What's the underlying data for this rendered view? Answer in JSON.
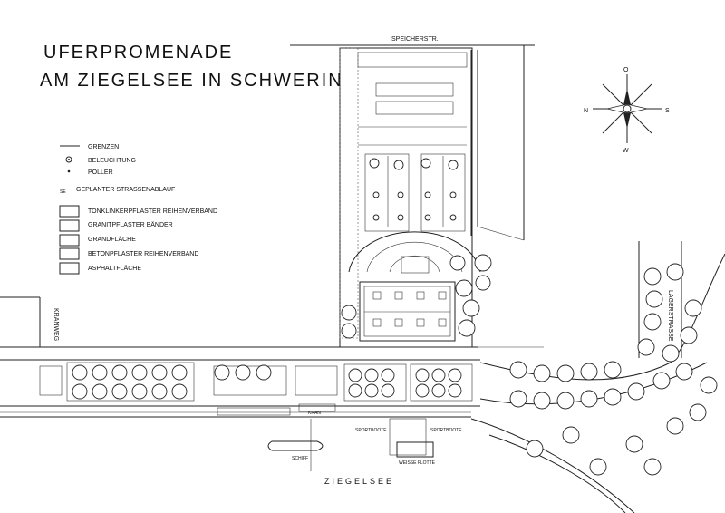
{
  "title": {
    "line1": "UFERPROMENADE",
    "line2": "AM ZIEGELSEE IN SCHWERIN"
  },
  "legend": {
    "lines": [
      {
        "symbol": "line",
        "label": "GRENZEN"
      },
      {
        "symbol": "lamp",
        "label": "BELEUCHTUNG"
      },
      {
        "symbol": "bollard",
        "label": "POLLER"
      },
      {
        "symbol": "drain",
        "label": "GEPLANTER STRASSENABLAUF"
      }
    ],
    "materials": [
      {
        "label": "TONKLINKERPFLASTER  REIHENVERBAND"
      },
      {
        "label": "GRANITPFLASTER  BÄNDER"
      },
      {
        "label": "GRANDFLÄCHE"
      },
      {
        "label": "BETONPFLASTER REIHENVERBAND"
      },
      {
        "label": "ASPHALTFLÄCHE"
      }
    ]
  },
  "streets": {
    "top": "SPEICHERSTR.",
    "left": "KRANWEG",
    "right": "LAGERSTRASSE"
  },
  "water_labels": {
    "lake": "ZIEGELSEE",
    "ship": "SCHIFF",
    "sport_left": "SPORTBOOTE",
    "sport_right": "SPORTBOOTE",
    "white_fleet": "WEISSE FLOTTE",
    "crane": "KRAN"
  },
  "compass": {
    "n": "N",
    "s": "S",
    "o": "O",
    "w": "W"
  }
}
